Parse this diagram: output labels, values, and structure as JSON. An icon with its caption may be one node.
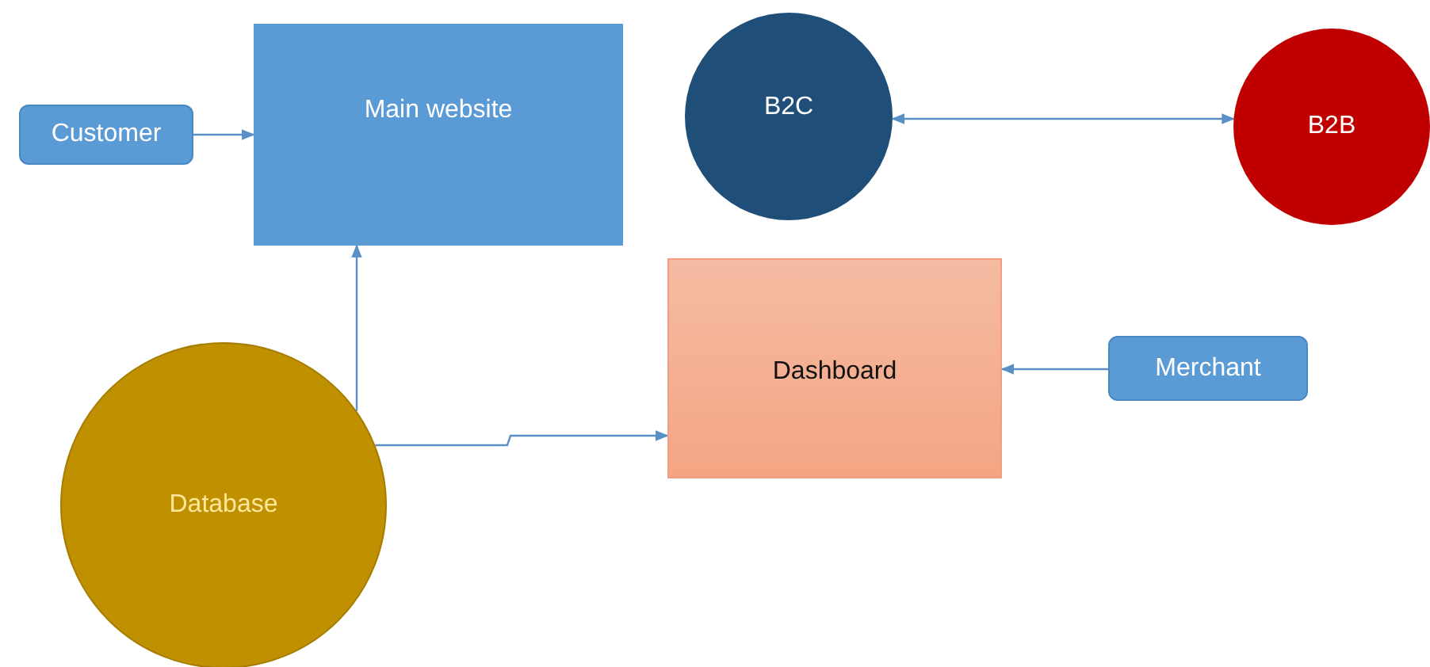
{
  "diagram": {
    "nodes": [
      {
        "text": [
          "Customer"
        ]
      },
      {
        "text": [
          "Main website"
        ]
      },
      {
        "text": [
          "B2C"
        ]
      },
      {
        "text": [
          "B2B"
        ]
      },
      {
        "text": [
          "Dashboard"
        ]
      },
      {
        "text": [
          "Merchant"
        ]
      },
      {
        "text": [
          "Database"
        ]
      }
    ],
    "edges": [
      {
        "from": 0,
        "to": 1,
        "arrow": "to"
      },
      {
        "from": 2,
        "to": 3,
        "arrow": "both"
      },
      {
        "from": 6,
        "to": 1,
        "arrow": "to"
      },
      {
        "from": 6,
        "to": 4,
        "arrow": "to"
      },
      {
        "from": 5,
        "to": 4,
        "arrow": "to"
      }
    ]
  }
}
